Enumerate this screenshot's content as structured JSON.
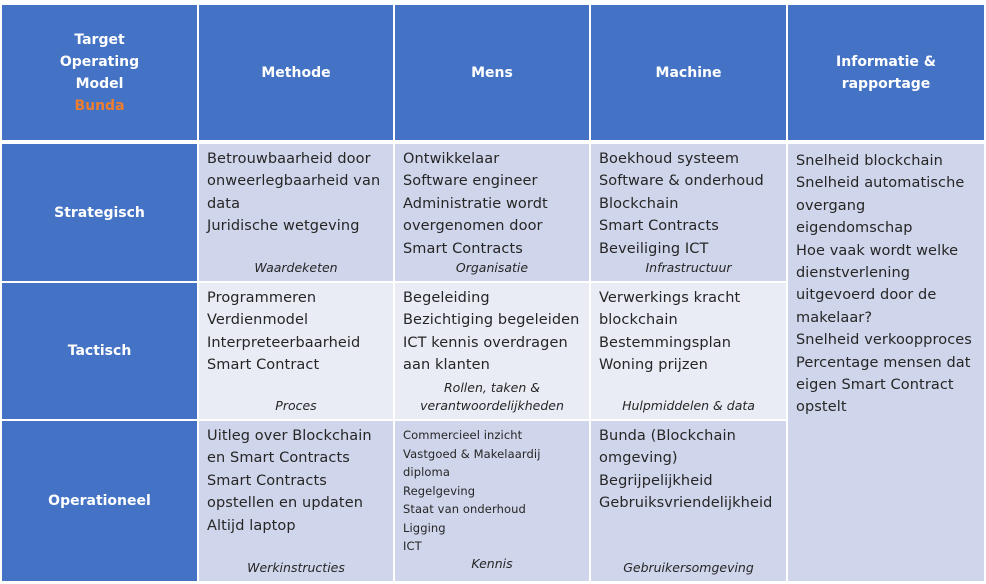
{
  "header": {
    "corner_line1": "Target",
    "corner_line2": "Operating",
    "corner_line3": "Model",
    "corner_line4": "Bunda",
    "methode": "Methode",
    "mens": "Mens",
    "machine": "Machine",
    "info_line1": "Informatie &",
    "info_line2": "rapportage"
  },
  "rows": {
    "strategisch": "Strategisch",
    "tactisch": "Tactisch",
    "operationeel": "Operationeel"
  },
  "strategisch": {
    "methode": [
      "Betrouwbaarheid door",
      "onweerlegbaarheid van",
      "data",
      "Juridische wetgeving"
    ],
    "methode_footer": "Waardeketen",
    "mens": [
      "Ontwikkelaar",
      "Software engineer",
      "Administratie wordt",
      "overgenomen door",
      "Smart Contracts"
    ],
    "mens_footer": "Organisatie",
    "machine": [
      "Boekhoud systeem",
      "Software & onderhoud",
      "Blockchain",
      "Smart Contracts",
      "Beveiliging ICT"
    ],
    "machine_footer": "Infrastructuur"
  },
  "tactisch": {
    "methode": [
      "Programmeren",
      "Verdienmodel",
      "Interpreteerbaarheid",
      "Smart Contract"
    ],
    "methode_footer": "Proces",
    "mens": [
      "Begeleiding",
      "Bezichtiging begeleiden",
      "ICT kennis overdragen",
      "aan klanten"
    ],
    "mens_footer_line1": "Rollen, taken &",
    "mens_footer_line2": "verantwoordelijkheden",
    "machine": [
      "Verwerkings kracht",
      "blockchain",
      "Bestemmingsplan",
      "Woning prijzen"
    ],
    "machine_footer": "Hulpmiddelen & data"
  },
  "operationeel": {
    "methode": [
      "Uitleg over Blockchain",
      "en Smart Contracts",
      "Smart Contracts",
      "opstellen en updaten",
      "Altijd laptop"
    ],
    "methode_footer": "Werkinstructies",
    "mens": [
      "Commercieel inzicht",
      "Vastgoed & Makelaardij",
      "diploma",
      "Regelgeving",
      "Staat van onderhoud",
      "Ligging",
      "ICT"
    ],
    "mens_footer": "Kennis",
    "machine": [
      "Bunda (Blockchain",
      "omgeving)",
      "Begrijpelijkheid",
      "Gebruiksvriendelijkheid"
    ],
    "machine_footer": "Gebruikersomgeving"
  },
  "informatie": [
    "Snelheid blockchain",
    "Snelheid automatische",
    "overgang",
    "eigendomschap",
    "Hoe vaak wordt welke",
    "dienstverlening",
    "uitgevoerd door de",
    "makelaar?",
    "Snelheid verkoopproces",
    "Percentage mensen dat",
    "eigen Smart Contract",
    "opstelt"
  ],
  "colors": {
    "header": "#4472c4",
    "accent": "#ed7d31",
    "cell_dark": "#cfd5ea",
    "cell_light": "#e9ebf5"
  }
}
